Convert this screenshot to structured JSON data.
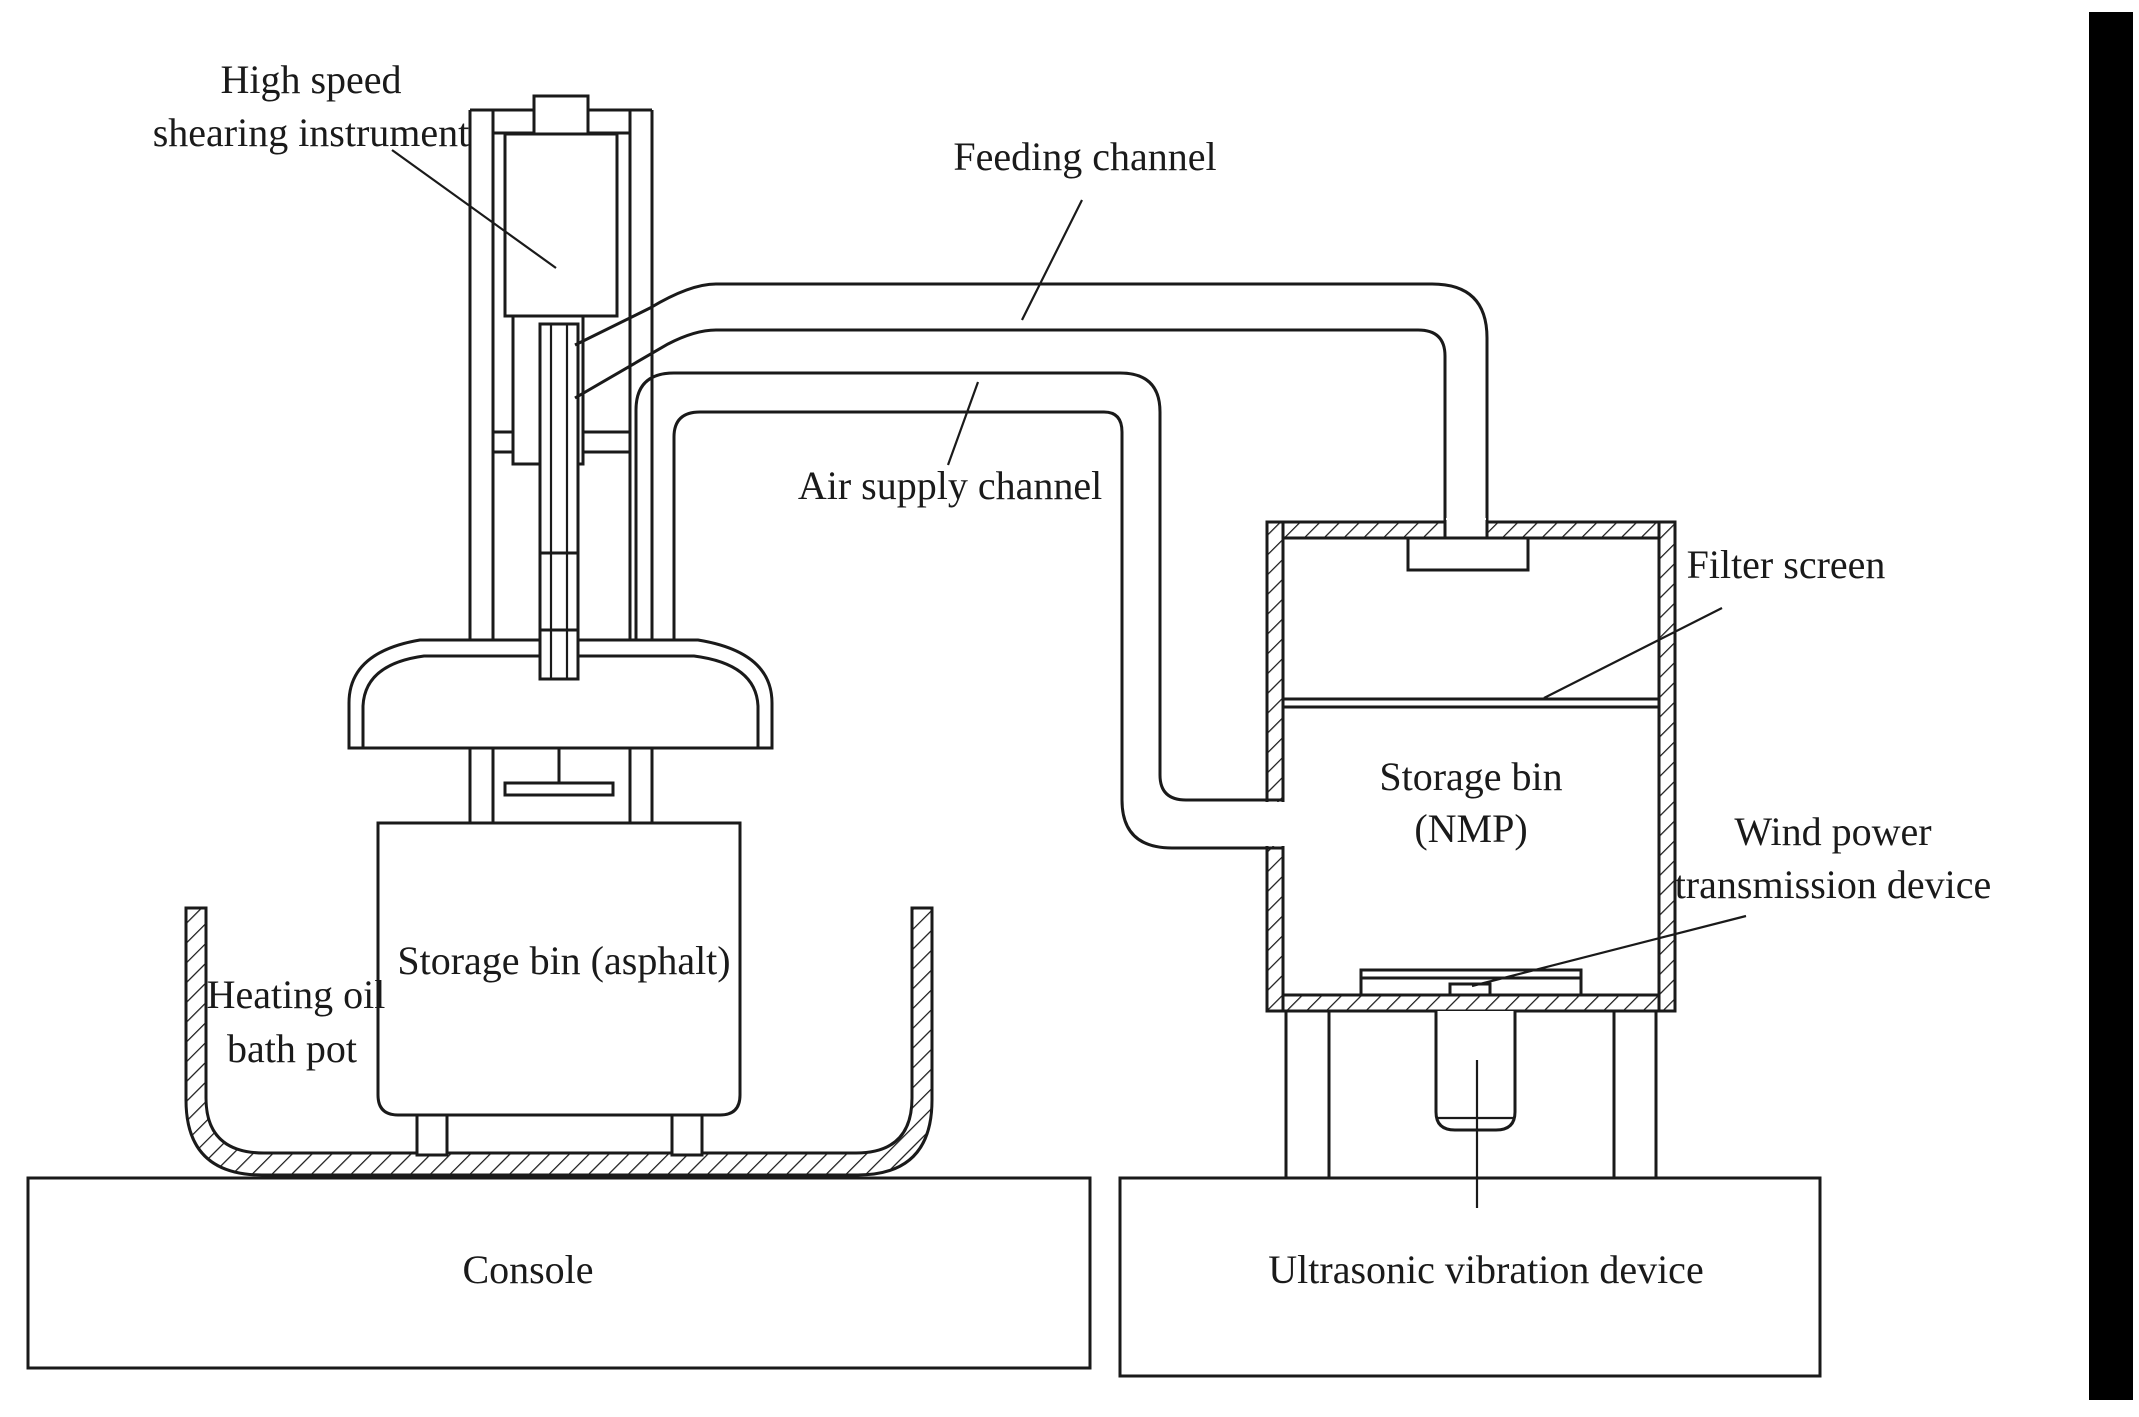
{
  "labels": {
    "shearing_line1": "High speed",
    "shearing_line2": "shearing instrument",
    "feeding_channel": "Feeding channel",
    "air_supply_channel": "Air supply channel",
    "filter_screen": "Filter screen",
    "storage_nmp_line1": "Storage bin",
    "storage_nmp_line2": "(NMP)",
    "wind_line1": "Wind power",
    "wind_line2": "transmission device",
    "storage_asphalt": "Storage bin (asphalt)",
    "heating_line1": "Heating oil",
    "heating_line2": "bath pot",
    "console": "Console",
    "ultrasonic": "Ultrasonic vibration device"
  },
  "colors": {
    "line": "#1a1a1a",
    "background": "#ffffff",
    "side_bar": "#000000"
  }
}
